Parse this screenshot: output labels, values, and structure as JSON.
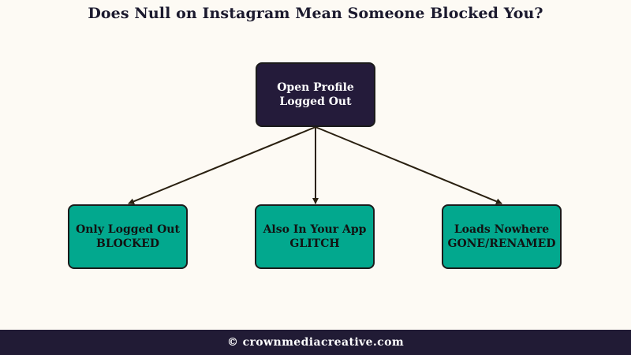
{
  "title": "Does Null on Instagram Mean Someone Blocked You?",
  "nodes": {
    "root": {
      "line1": "Open Profile",
      "line2": "Logged Out"
    },
    "children": [
      {
        "line1": "Only Logged Out",
        "line2": "BLOCKED"
      },
      {
        "line1": "Also In Your App",
        "line2": "GLITCH"
      },
      {
        "line1": "Loads Nowhere",
        "line2": "GONE/RENAMED"
      }
    ]
  },
  "footer": {
    "text": "© crownmediacreative.com"
  },
  "colors": {
    "background": "#fdfaf4",
    "root_fill": "#241b3a",
    "child_fill": "#02a88e",
    "edge": "#2a2010",
    "footer_bg": "#211b35"
  }
}
